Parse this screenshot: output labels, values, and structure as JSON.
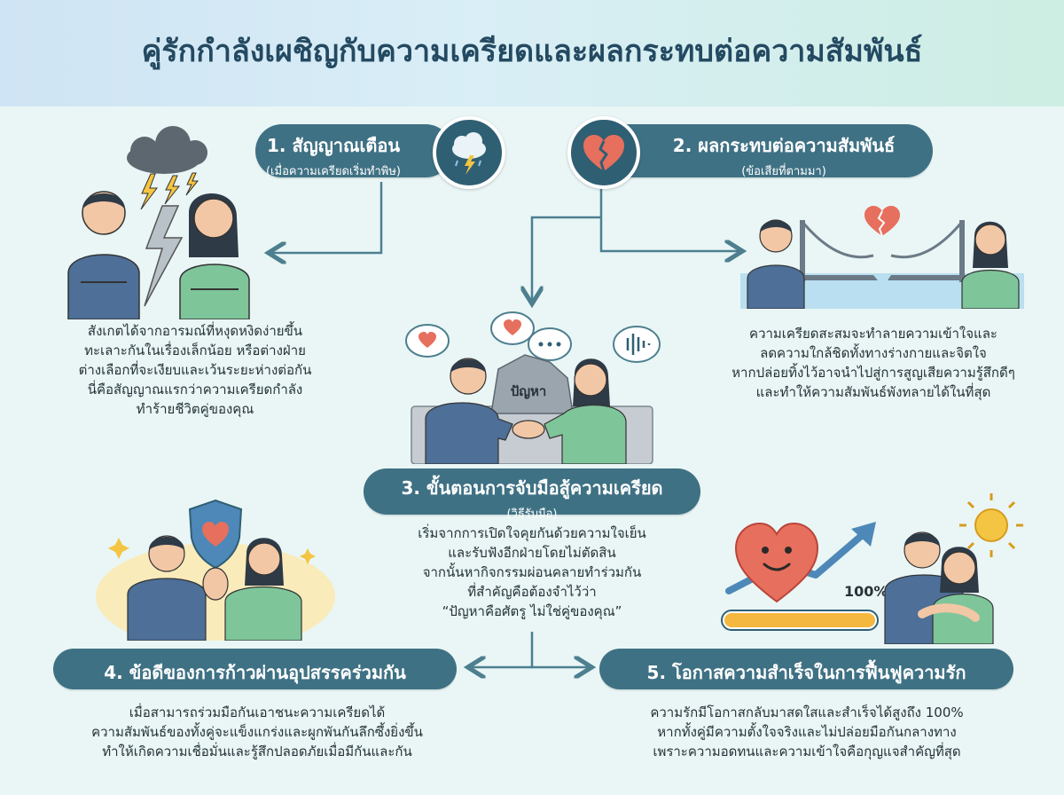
{
  "title": "คู่รักกำลังเผชิญกับความเครียดและผลกระทบต่อความสัมพันธ์",
  "sections": [
    {
      "title": "1. สัญญาณเตือน",
      "subtitle": "(เมื่อความเครียดเริ่มทำพิษ)",
      "lines": [
        "สังเกตได้จากอารมณ์ที่หงุดหงิดง่ายขึ้น",
        "ทะเลาะกันในเรื่องเล็กน้อย หรือต่างฝ่าย",
        "ต่างเลือกที่จะเงียบและเว้นระยะห่างต่อกัน",
        "นี่คือสัญญาณแรกว่าความเครียดกำลัง",
        "ทำร้ายชีวิตคู่ของคุณ"
      ]
    },
    {
      "title": "2. ผลกระทบต่อความสัมพันธ์",
      "subtitle": "(ข้อเสียที่ตามมา)",
      "lines": [
        "ความเครียดสะสมจะทำลายความเข้าใจและ",
        "ลดความใกล้ชิดทั้งทางร่างกายและจิตใจ",
        "หากปล่อยทิ้งไว้อาจนำไปสู่การสูญเสียความรู้สึกดีๆ",
        "และทำให้ความสัมพันธ์พังทลายได้ในที่สุด"
      ]
    },
    {
      "title": "3. ขั้นตอนการจับมือสู้ความเครียด",
      "subtitle": "(วิธีรับมือ)",
      "lines": [
        "เริ่มจากการเปิดใจคุยกันด้วยความใจเย็น",
        "และรับฟังอีกฝ่ายโดยไม่ตัดสิน",
        "จากนั้นหากิจกรรมผ่อนคลายทำร่วมกัน",
        "ที่สำคัญคือต้องจำไว้ว่า",
        "“ปัญหาคือศัตรู ไม่ใช่คู่ของคุณ”"
      ]
    },
    {
      "title": "4. ข้อดีของการก้าวผ่านอุปสรรคร่วมกัน",
      "lines": [
        "เมื่อสามารถร่วมมือกันเอาชนะความเครียดได้",
        "ความสัมพันธ์ของทั้งคู่จะแข็งแกร่งและผูกพันกันลึกซึ้งยิ่งขึ้น",
        "ทำให้เกิดความเชื่อมั่นและรู้สึกปลอดภัยเมื่อมีกันและกัน"
      ]
    },
    {
      "title": "5. โอกาสความสำเร็จในการฟื้นฟูความรัก",
      "lines": [
        "ความรักมีโอกาสกลับมาสดใสและสำเร็จได้สูงถึง 100%",
        "หากทั้งคู่มีความตั้งใจจริงและไม่ปล่อยมือกันกลางทาง",
        "เพราะความอดทนและความเข้าใจคือกุญแจสำคัญที่สุด"
      ]
    }
  ],
  "illustrations": {
    "problem_label": "ปัญหา",
    "progress_label": "100%",
    "progress_value": 1.0
  },
  "icons": {
    "badge1": "storm-cloud-icon",
    "badge2": "broken-heart-icon"
  },
  "colors": {
    "pill": "#3f7184",
    "badge": "#2f5f73",
    "connector": "#4d7f8f",
    "heart": "#e76f5d",
    "title": "#244a62"
  }
}
